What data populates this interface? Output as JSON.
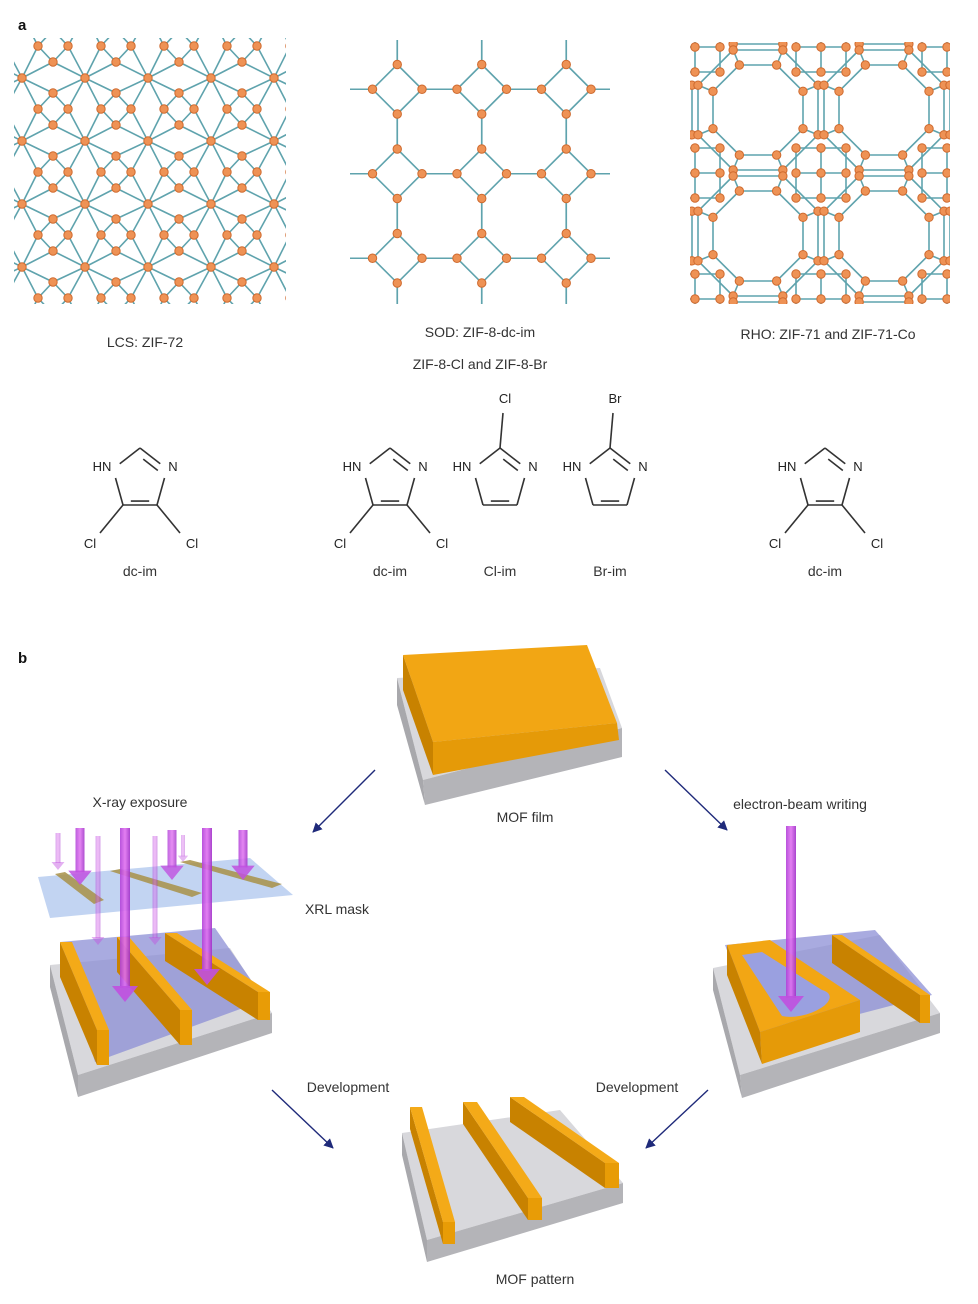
{
  "panels": {
    "a": "a",
    "b": "b"
  },
  "topologies": [
    {
      "label": "LCS: ZIF-72"
    },
    {
      "label": "SOD: ZIF-8-dc-im",
      "label2": "ZIF-8-Cl and ZIF-8-Br"
    },
    {
      "label": "RHO: ZIF-71 and ZIF-71-Co"
    }
  ],
  "molecules": [
    {
      "name": "dc-im",
      "type": "dc",
      "hn": "HN",
      "n": "N",
      "sub": "Cl"
    },
    {
      "name": "dc-im",
      "type": "dc",
      "hn": "HN",
      "n": "N",
      "sub": "Cl"
    },
    {
      "name": "Cl-im",
      "type": "top",
      "hn": "HN",
      "n": "N",
      "sub": "Cl"
    },
    {
      "name": "Br-im",
      "type": "top",
      "hn": "HN",
      "n": "N",
      "sub": "Br"
    },
    {
      "name": "dc-im",
      "type": "dc",
      "hn": "HN",
      "n": "N",
      "sub": "Cl"
    }
  ],
  "process": {
    "mof_film": "MOF film",
    "xray": "X-ray exposure",
    "xrl_mask": "XRL mask",
    "ebeam": "electron-beam writing",
    "development_left": "Development",
    "development_right": "Development",
    "mof_pattern": "MOF pattern"
  },
  "colors": {
    "node": "#ee9255",
    "edge": "#5fa3ad",
    "mof": "#f0a010",
    "substrate": "#c8c8cc",
    "beam": "#c050e0",
    "arrow": "#1f2a7a"
  }
}
